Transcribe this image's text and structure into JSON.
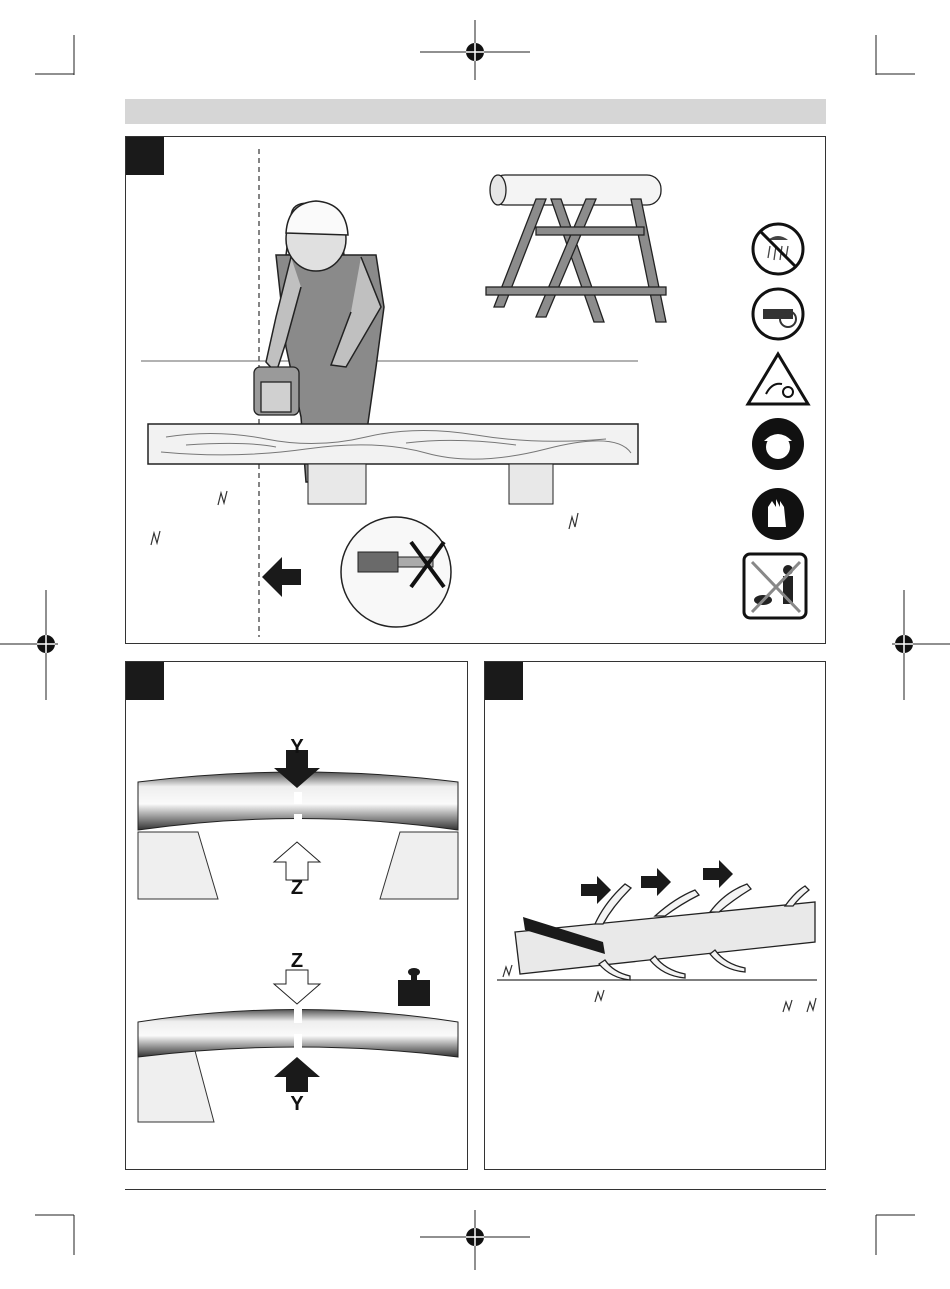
{
  "figures": {
    "bend_top": {
      "top_arrow_label": "Y",
      "bottom_arrow_label": "Z"
    },
    "bend_bottom": {
      "top_arrow_label": "Z",
      "bottom_arrow_label": "Y"
    }
  },
  "icons": {
    "safety": [
      "no-rain-icon",
      "hand-on-chainsaw-icon",
      "kickback-warning-icon",
      "wear-helmet-icon",
      "wear-gloves-icon",
      "keep-bystanders-away-icon"
    ]
  },
  "colors": {
    "panel_number_bg": "#1a1a1a",
    "header_bar": "#d6d6d6"
  }
}
